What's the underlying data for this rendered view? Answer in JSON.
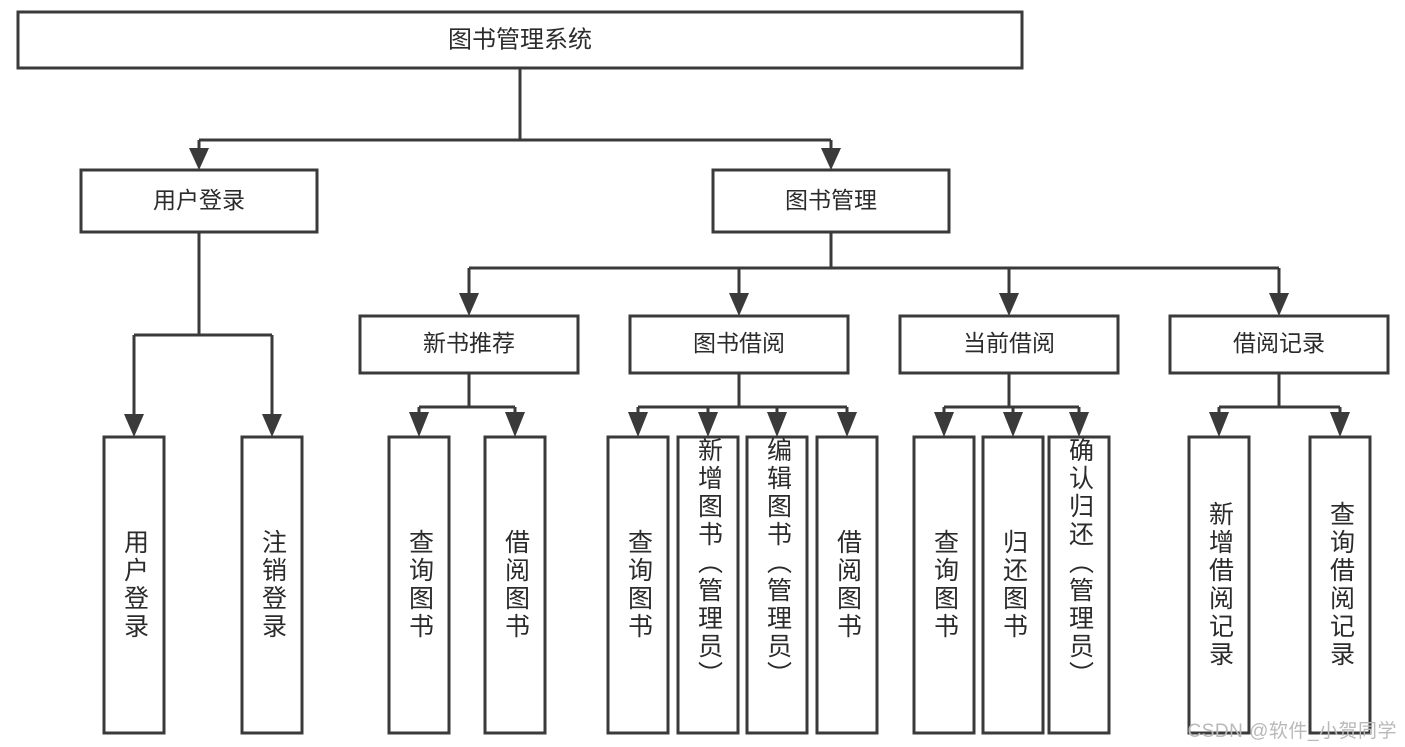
{
  "diagram": {
    "title": "图书管理系统",
    "type": "tree-hierarchy-diagram",
    "colors": {
      "stroke": "#3a3a3a",
      "fill": "#ffffff",
      "text": "#2b2b2b",
      "watermark": "#b9b9b9",
      "background": "#ffffff"
    },
    "root": {
      "label": "图书管理系统"
    },
    "level2": [
      {
        "label": "用户登录"
      },
      {
        "label": "图书管理"
      }
    ],
    "level3": [
      {
        "label": "新书推荐"
      },
      {
        "label": "图书借阅"
      },
      {
        "label": "当前借阅"
      },
      {
        "label": "借阅记录"
      }
    ],
    "leaves": {
      "user_login": [
        {
          "label": "用户登录"
        },
        {
          "label": "注销登录"
        }
      ],
      "new_book_recommend": [
        {
          "label": "查询图书"
        },
        {
          "label": "借阅图书"
        }
      ],
      "book_borrow": [
        {
          "label": "查询图书"
        },
        {
          "label": "新增图书（管理员）"
        },
        {
          "label": "编辑图书（管理员）"
        },
        {
          "label": "借阅图书"
        }
      ],
      "current_borrow": [
        {
          "label": "查询图书"
        },
        {
          "label": "归还图书"
        },
        {
          "label": "确认归还（管理员）"
        }
      ],
      "borrow_record": [
        {
          "label": "新增借阅记录"
        },
        {
          "label": "查询借阅记录"
        }
      ]
    }
  },
  "watermark": {
    "text": "CSDN @软件_小贺同学"
  }
}
